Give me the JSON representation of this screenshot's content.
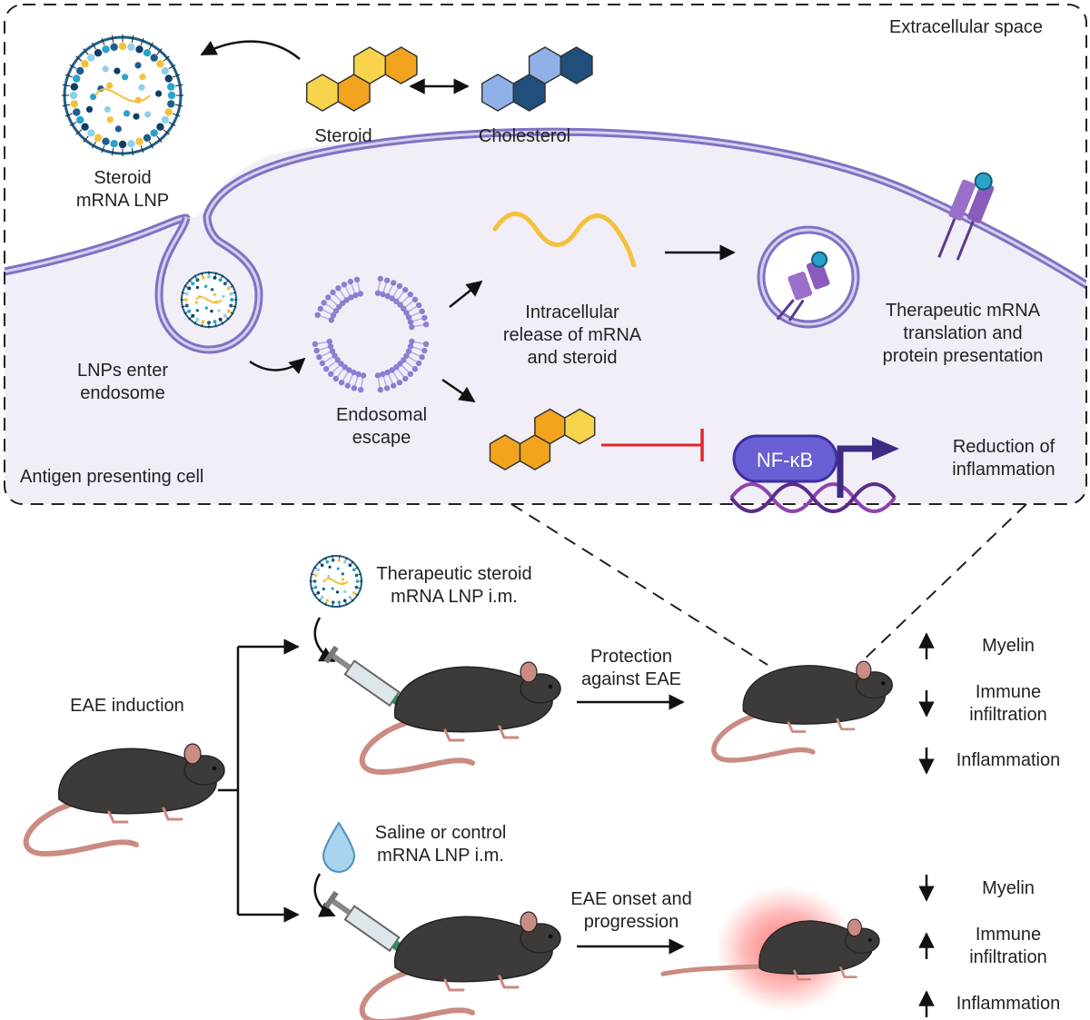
{
  "top_panel": {
    "extracellular_label": "Extracellular space",
    "cell_label": "Antigen presenting cell",
    "steroid_label": "Steroid",
    "cholesterol_label": "Cholesterol",
    "lnp_label": [
      "Steroid",
      "mRNA LNP"
    ],
    "endosome_label": [
      "LNPs enter",
      "endosome"
    ],
    "escape_label": [
      "Endosomal",
      "escape"
    ],
    "release_label": [
      "Intracellular",
      "release of mRNA",
      "and steroid"
    ],
    "translation_label": [
      "Therapeutic mRNA",
      "translation and",
      "protein presentation"
    ],
    "nfkb_label": "NF-κB",
    "reduction_label": [
      "Reduction of",
      "inflammation"
    ]
  },
  "bottom_panel": {
    "induction_label": "EAE induction",
    "treatment_label": [
      "Therapeutic steroid",
      "mRNA LNP i.m."
    ],
    "control_label": [
      "Saline or control",
      "mRNA LNP i.m."
    ],
    "protection_label": [
      "Protection",
      "against EAE"
    ],
    "onset_label": [
      "EAE onset and",
      "progression"
    ],
    "treated_outcomes": [
      {
        "direction": "up",
        "text": [
          "Myelin"
        ]
      },
      {
        "direction": "down",
        "text": [
          "Immune",
          "infiltration"
        ]
      },
      {
        "direction": "down",
        "text": [
          "Inflammation"
        ]
      }
    ],
    "control_outcomes": [
      {
        "direction": "down",
        "text": [
          "Myelin"
        ]
      },
      {
        "direction": "up",
        "text": [
          "Immune",
          "infiltration"
        ]
      },
      {
        "direction": "up",
        "text": [
          "Inflammation"
        ]
      }
    ]
  },
  "colors": {
    "membrane": "#7f72c4",
    "cytoplasm": "#f2eef8",
    "steroid_yellow": "#f7d44c",
    "steroid_orange": "#f2a41e",
    "cholesterol_light": "#8fb1e8",
    "cholesterol_dark": "#1f4f7a",
    "mrna": "#f4c13a",
    "protein": "#9b6fc9",
    "nfkb": "#6a5fd4",
    "dna": "#8e44ad",
    "inhibit": "#e0262b",
    "mouse_body": "#3d3b3a",
    "mouse_tail": "#c98b82",
    "inflammation_glow": "#ff4d4d"
  }
}
